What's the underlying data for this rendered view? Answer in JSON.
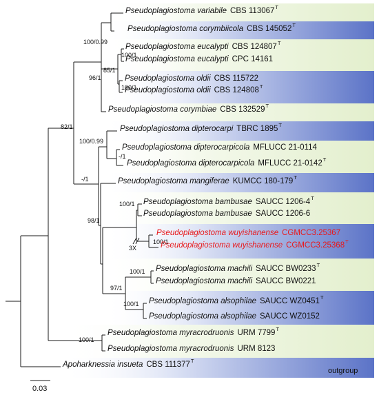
{
  "colors": {
    "band_green": "#eaf3d9",
    "band_blue": "#5b73c7",
    "text": "#111111",
    "novel": "#e8191c",
    "branch": "#1a1a1a"
  },
  "taxa": [
    {
      "species": "Pseudoplagiostoma variabile",
      "strain": "CBS 113067",
      "type": true
    },
    {
      "species": "Pseudoplagiostoma corymbiicola",
      "strain": "CBS 145052",
      "type": true
    },
    {
      "species": "Pseudoplagiostoma eucalypti",
      "strain": "CBS 124807",
      "type": true
    },
    {
      "species": "Pseudoplagiostoma eucalypti",
      "strain": "CPC 14161",
      "type": false
    },
    {
      "species": "Pseudoplagiostoma oldii",
      "strain": "CBS 115722",
      "type": false
    },
    {
      "species": "Pseudoplagiostoma oldii",
      "strain": "CBS 124808",
      "type": true
    },
    {
      "species": "Pseudoplagiostoma corymbiae",
      "strain": "CBS 132529",
      "type": true
    },
    {
      "species": "Pseudoplagiostoma dipterocarpi",
      "strain": "TBRC 1895",
      "type": true
    },
    {
      "species": "Pseudoplagiostoma dipterocarpicola",
      "strain": "MFLUCC 21-0114",
      "type": false
    },
    {
      "species": "Pseudoplagiostoma dipterocarpicola",
      "strain": "MFLUCC 21-0142",
      "type": true
    },
    {
      "species": "Pseudoplagiostoma mangiferae",
      "strain": "KUMCC 180-179",
      "type": true
    },
    {
      "species": "Pseudoplagiostoma bambusae",
      "strain": "SAUCC 1206-4",
      "type": true
    },
    {
      "species": "Pseudoplagiostoma bambusae",
      "strain": "SAUCC 1206-6",
      "type": false
    },
    {
      "species": "Pseudoplagiostoma wuyishanense",
      "strain": "CGMCC3.25367",
      "type": false,
      "novel": true
    },
    {
      "species": "Pseudoplagiostoma wuyishanense",
      "strain": "CGMCC3.25368",
      "type": true,
      "novel": true
    },
    {
      "species": "Pseudoplagiostoma machili",
      "strain": "SAUCC BW0233",
      "type": true
    },
    {
      "species": "Pseudoplagiostoma machili",
      "strain": "SAUCC BW0221",
      "type": false
    },
    {
      "species": "Pseudoplagiostoma alsophilae",
      "strain": "SAUCC WZ0451",
      "type": true
    },
    {
      "species": "Pseudoplagiostoma alsophilae",
      "strain": "SAUCC WZ0152",
      "type": false
    },
    {
      "species": "Pseudoplagiostoma myracrodruonis",
      "strain": "URM 7799",
      "type": true
    },
    {
      "species": "Pseudoplagiostoma myracrodruonis",
      "strain": "URM 8123",
      "type": false
    },
    {
      "species": "Apoharknessia insueta",
      "strain": "CBS 111377",
      "type": true
    }
  ],
  "type_marker": "T",
  "support_values": [
    "100/0.99",
    "100/1",
    "85/1",
    "100/1",
    "96/1",
    "82/1",
    "100/0.99",
    "-/1",
    "-/1",
    "100/1",
    "98/1",
    "100/1",
    "100/1",
    "97/1",
    "100/1",
    "100/1"
  ],
  "branch_break_label": "3X",
  "outgroup_label": "outgroup",
  "scale_bar_label": "0.03"
}
